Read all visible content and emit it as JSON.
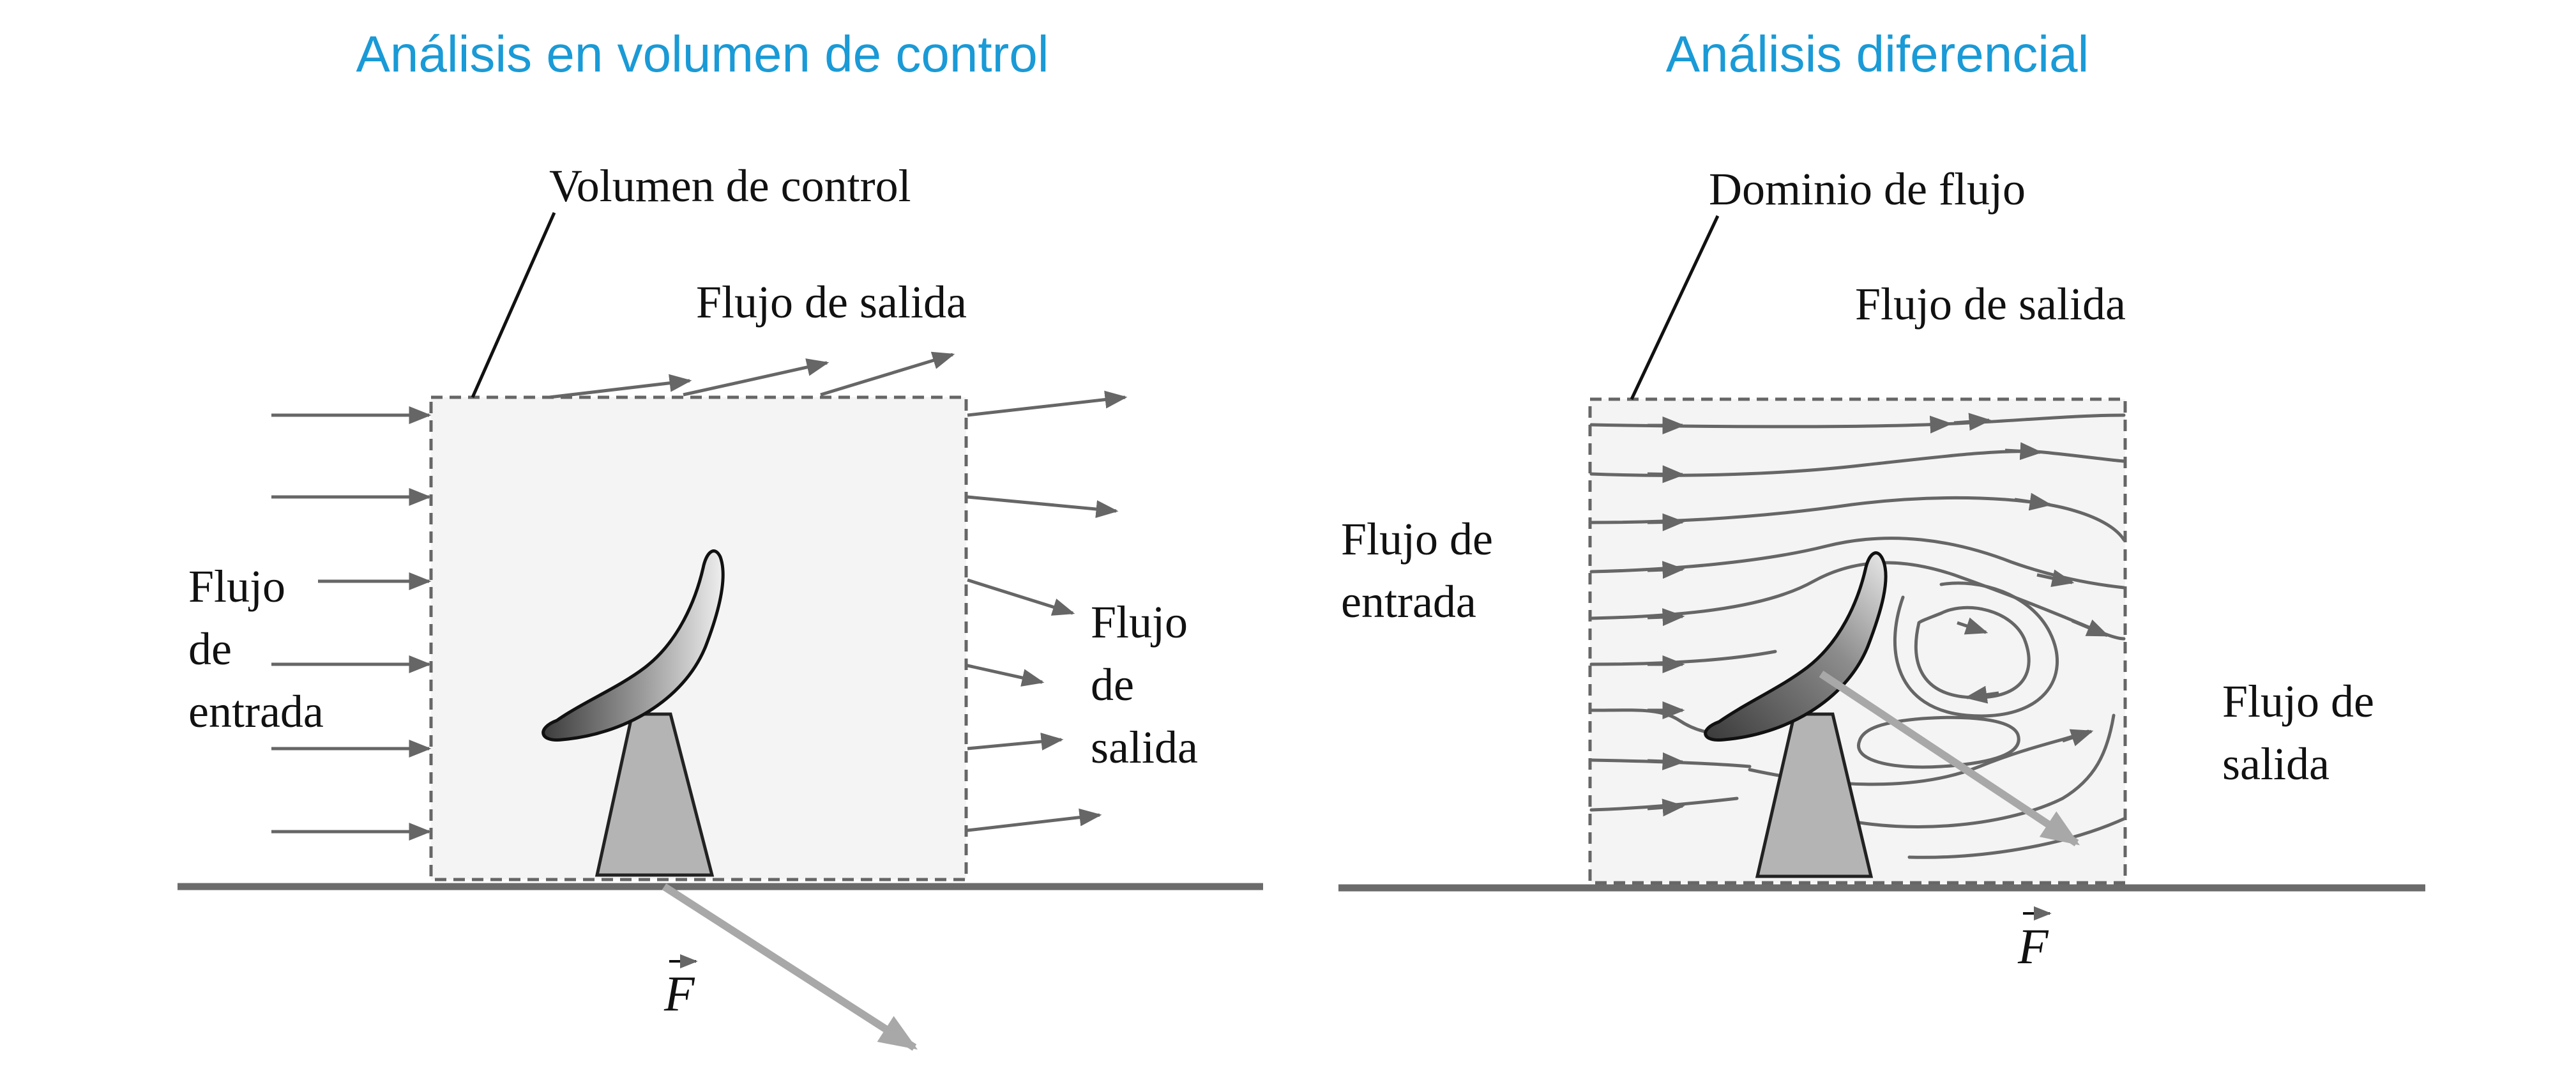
{
  "colors": {
    "title": "#1a9ad6",
    "arrow": "#666666",
    "box_fill": "#f4f4f4",
    "box_border": "#666666",
    "ground": "#6b6b6b",
    "force": "#a8a8a8",
    "stand": "#b4b4b4",
    "blade_dark": "#3c3c3c",
    "blade_light": "#e6e6e6"
  },
  "left_panel": {
    "title": "Análisis en volumen de control",
    "callout": "Volumen de control",
    "outflow_top": "Flujo de salida",
    "inflow": [
      "Flujo",
      "de",
      "entrada"
    ],
    "outflow_right": [
      "Flujo",
      "de",
      "salida"
    ],
    "force_label": "F"
  },
  "right_panel": {
    "title": "Análisis diferencial",
    "callout": "Dominio de flujo",
    "outflow_top": "Flujo de salida",
    "inflow": [
      "Flujo de",
      "entrada"
    ],
    "outflow_right": [
      "Flujo de",
      "salida"
    ],
    "force_label": "F"
  }
}
